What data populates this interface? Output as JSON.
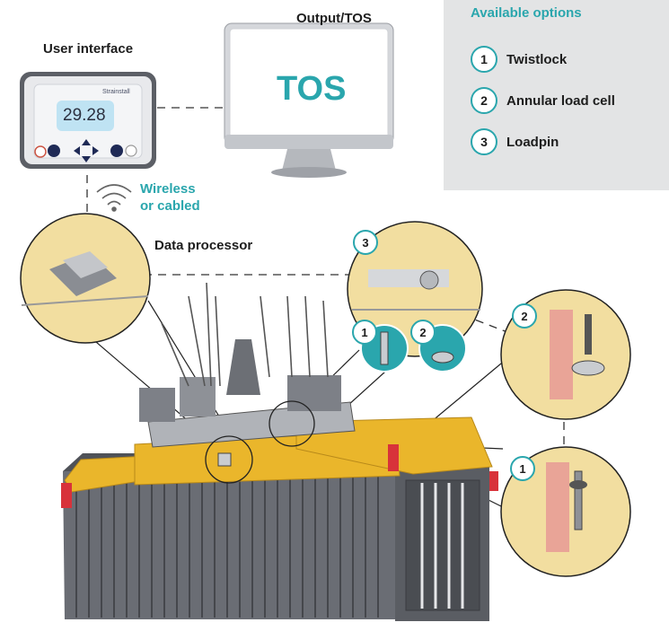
{
  "labels": {
    "user_interface": "User interface",
    "output_tos": "Output/TOS",
    "tos_screen": "TOS",
    "wireless_line1": "Wireless",
    "wireless_line2": "or cabled",
    "data_processor": "Data processor",
    "display_value": "29.28",
    "brand": "Strainstall"
  },
  "options": {
    "title": "Available options",
    "items": [
      {
        "num": "1",
        "label": "Twistlock"
      },
      {
        "num": "2",
        "label": "Annular load cell"
      },
      {
        "num": "3",
        "label": "Loadpin"
      }
    ]
  },
  "callouts": [
    "3",
    "1",
    "2",
    "2",
    "1"
  ],
  "colors": {
    "accent": "#2aa6ad",
    "panel": "#e3e4e5",
    "spreader_yellow": "#eab62b",
    "container_grey": "#5e6168",
    "zoom_bg": "#f2dea0",
    "sensor_red": "#e89a95",
    "twistlock_red": "#d8323a"
  }
}
